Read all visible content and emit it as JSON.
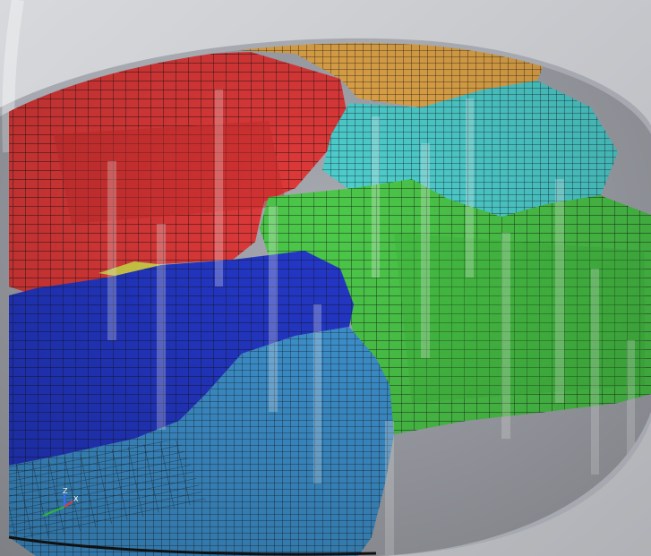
{
  "viewport": {
    "background": "#ffffff",
    "vessel_color": "#8e929a"
  },
  "mesh": {
    "line_color": "#1b1b1b",
    "partitions": [
      {
        "id": "orange",
        "color": "#e6a94a"
      },
      {
        "id": "red",
        "color": "#e23a3a"
      },
      {
        "id": "cyan",
        "color": "#4fd1d1"
      },
      {
        "id": "green",
        "color": "#4cc94a"
      },
      {
        "id": "blue",
        "color": "#2438c9"
      },
      {
        "id": "steel-blue",
        "color": "#3f95d3"
      },
      {
        "id": "yellow",
        "color": "#d6d04a"
      }
    ]
  },
  "axis_triad": {
    "labels": {
      "z": "Z",
      "x": "X"
    },
    "colors": {
      "z": "#3a6bff",
      "x": "#e23a3a",
      "y": "#2eb82e"
    }
  }
}
